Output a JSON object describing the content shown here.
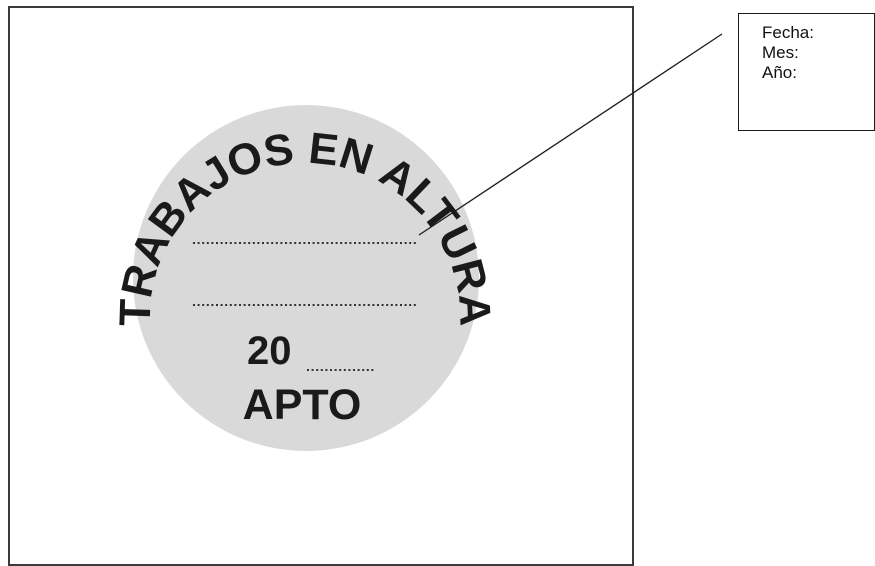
{
  "sticker": {
    "arc_text": "TRABAJOS EN ALTURA",
    "year_prefix": "20",
    "status": "APTO",
    "fill_color": "#d9d9d9",
    "text_color": "#1a1a1a"
  },
  "callout": {
    "lines": [
      "Fecha:",
      "Mes:",
      "Año:"
    ]
  }
}
